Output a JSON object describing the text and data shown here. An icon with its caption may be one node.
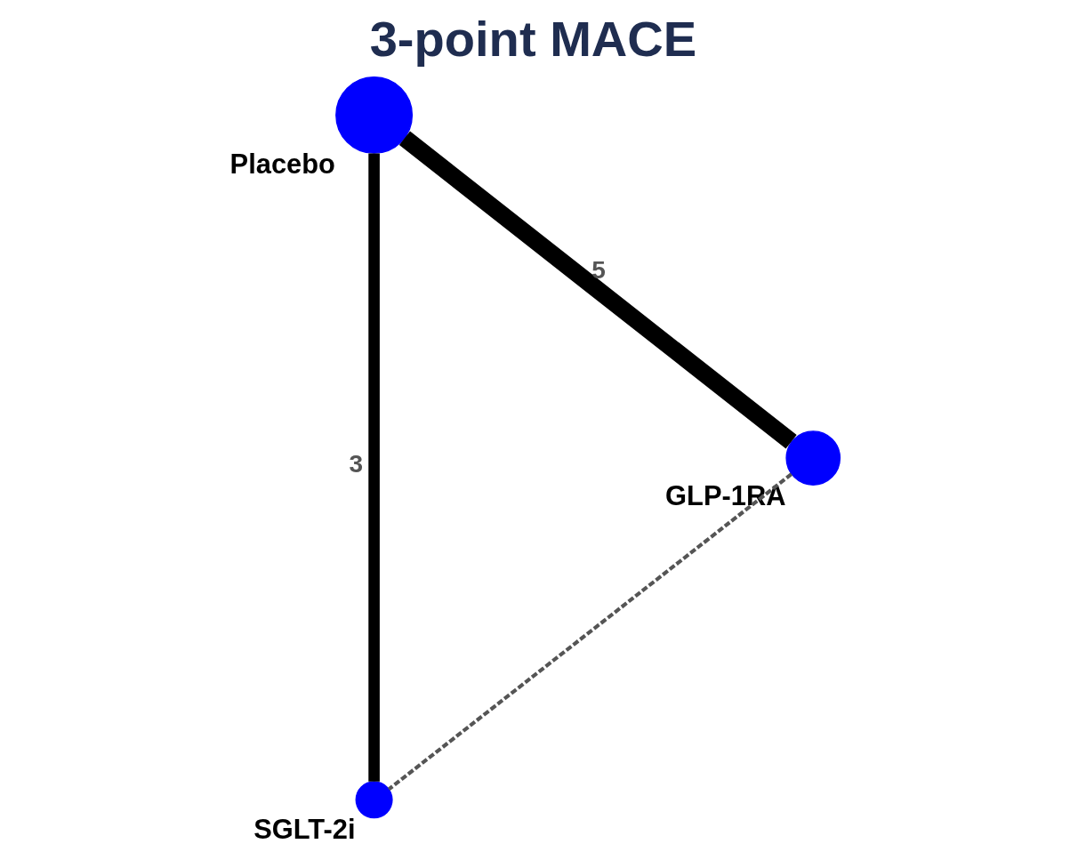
{
  "diagram": {
    "title": "3-point MACE",
    "nodes": [
      {
        "text": [],
        "shape": "circle",
        "beside": [
          "Placebo"
        ]
      },
      {
        "text": [],
        "shape": "circle",
        "beside": [
          "GLP-1RA"
        ]
      },
      {
        "text": [],
        "shape": "circle",
        "beside": [
          "SGLT-2i"
        ]
      }
    ],
    "edges": [
      {
        "from": 0,
        "to": 1,
        "arrow": "none",
        "label": "5"
      },
      {
        "from": 0,
        "to": 2,
        "arrow": "none",
        "label": "3"
      },
      {
        "from": 1,
        "to": 2,
        "arrow": "none",
        "style": "dashed",
        "color": "#555555"
      }
    ]
  }
}
